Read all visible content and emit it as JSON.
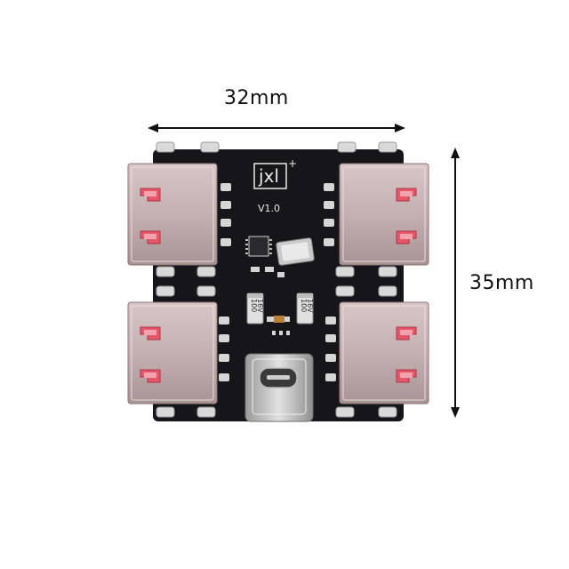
{
  "dimensions": {
    "width_label": "32mm",
    "height_label": "35mm"
  },
  "board": {
    "logo_text": "jxl",
    "logo_superscript": "+",
    "version": "V1.0",
    "cap_left_value": "100",
    "cap_left_voltage": "16V",
    "cap_right_value": "100",
    "cap_right_voltage": "16V"
  },
  "colors": {
    "pcb": "#16161a",
    "usb_metal": "#c7b3b3",
    "usb_insert": "#e4576a",
    "pad": "#d6d6d6"
  },
  "icons": [
    "usb-a-port",
    "usb-c-port",
    "ic-chip",
    "crystal-oscillator",
    "capacitor"
  ]
}
